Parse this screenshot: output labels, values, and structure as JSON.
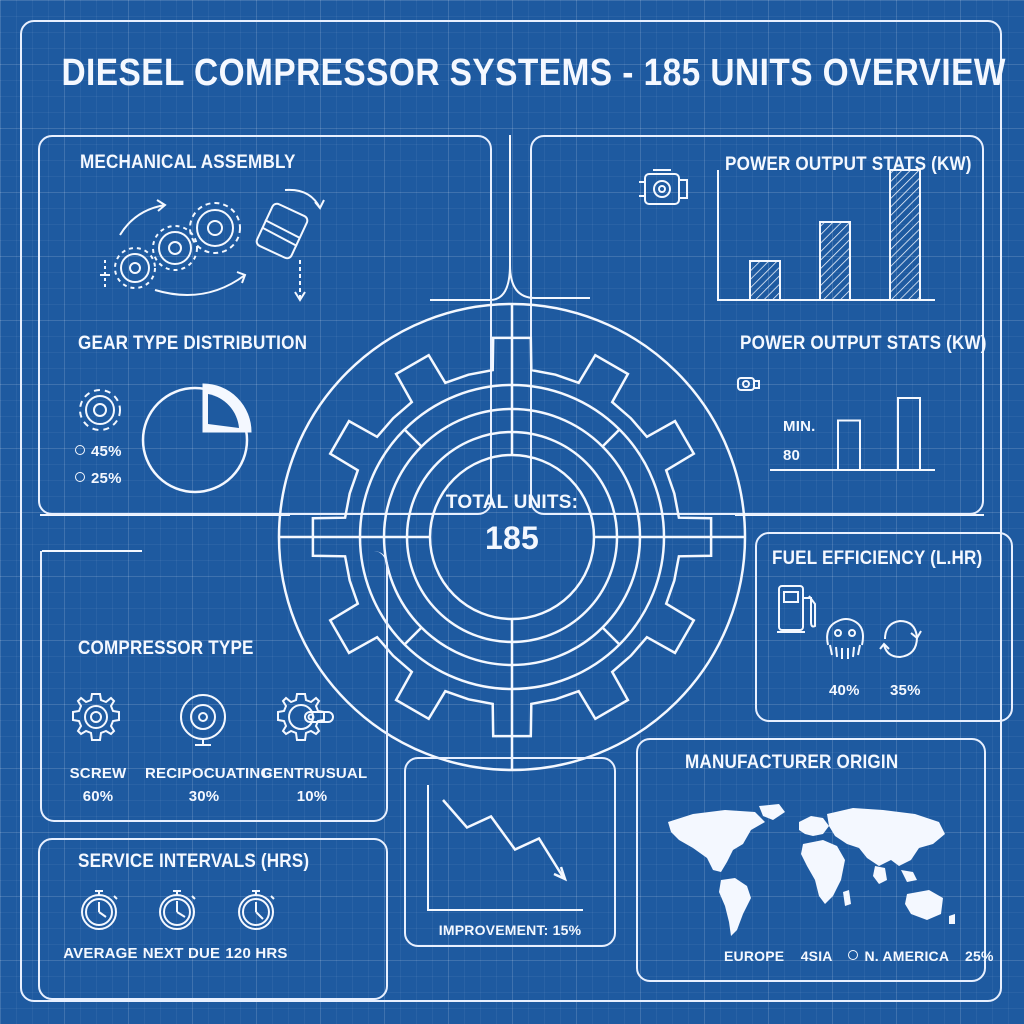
{
  "title": "DIESEL COMPRESSOR SYSTEMS - 185 UNITS OVERVIEW",
  "mechanical": {
    "title": "MECHANICAL ASSEMBLY"
  },
  "gear_dist": {
    "title": "GEAR TYPE DISTRIBUTION",
    "legend": [
      "45%",
      "25%"
    ],
    "chart_data": {
      "type": "pie",
      "values": [
        25,
        75
      ],
      "labels": [
        "25%",
        ""
      ]
    }
  },
  "power1": {
    "title": "POWER OUTPUT STATS (kW)",
    "chart_data": {
      "type": "bar",
      "values": [
        30,
        60,
        100
      ],
      "ylim": [
        0,
        100
      ]
    }
  },
  "power2": {
    "title": "POWER OUTPUT STATS (kW)",
    "min_label": "MIN.",
    "min_value": "80",
    "chart_data": {
      "type": "bar",
      "values": [
        55,
        80
      ],
      "ylim": [
        0,
        100
      ]
    }
  },
  "center": {
    "label": "TOTAL UNITS:",
    "value": "185"
  },
  "fuel": {
    "title": "FUEL EFFICIENCY (L.Hr)",
    "values": [
      "40%",
      "35%"
    ]
  },
  "compressor": {
    "title": "COMPRESSOR TYPE",
    "items": [
      {
        "name": "SCREW",
        "value": "60%"
      },
      {
        "name": "RECIPOCUATING",
        "value": "30%"
      },
      {
        "name": "CENTRUSUAL",
        "value": "10%"
      }
    ]
  },
  "service": {
    "title": "SERVICE INTERVALS (HRS)",
    "items": [
      "AVERAGE",
      "NEXT DUE",
      "120 HRS"
    ]
  },
  "improvement": {
    "label": "IMPROVEMENT: 15%",
    "chart_data": {
      "type": "line",
      "y": [
        100,
        75,
        85,
        55,
        65,
        30
      ]
    }
  },
  "manufacturer": {
    "title": "MANUFACTURER ORIGIN",
    "legend": [
      "EUROPE",
      "4SIA",
      "N. AMERICA",
      "25%"
    ]
  },
  "colors": {
    "background": "#1e5aa0",
    "line": "#f4f8ff"
  }
}
